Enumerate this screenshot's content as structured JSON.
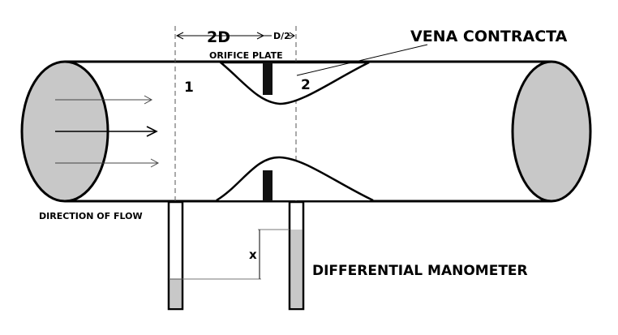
{
  "labels": {
    "vena_contracta": "VENA CONTRACTA",
    "orifice_plate": "ORIFICE PLATE",
    "two_d": "2D",
    "d_half": "D/2",
    "section_1": "1",
    "section_2": "2",
    "direction_of_flow": "DIRECTION OF FLOW",
    "x_marker": "x",
    "differential_manometer": "DIFFERENTIAL MANOMETER"
  },
  "colors": {
    "pipe_end_fill": "#c8c8c8",
    "orifice_plate_fill": "#111111",
    "fluid_fill": "#c8c8c8",
    "stroke": "#000000"
  }
}
